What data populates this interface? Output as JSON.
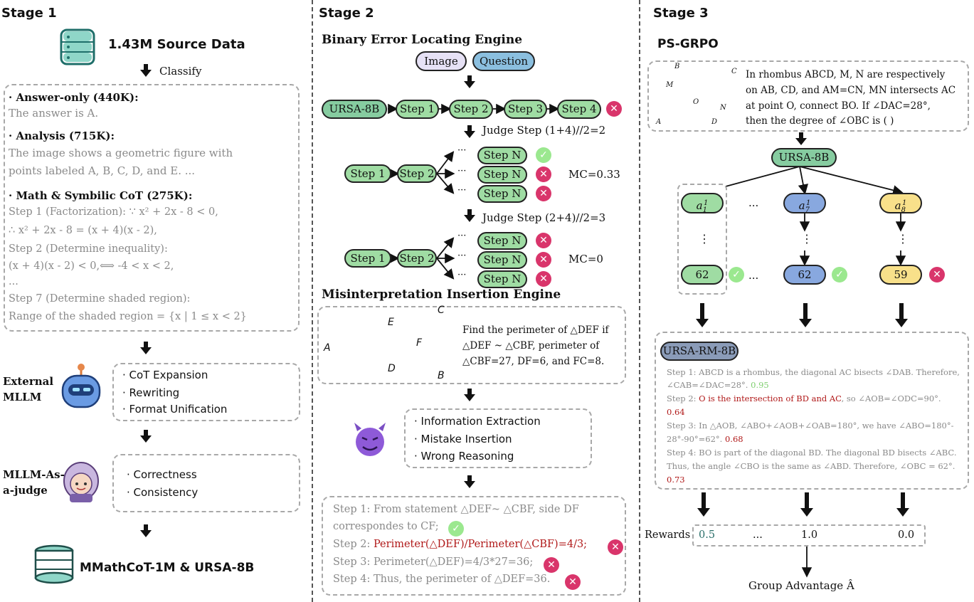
{
  "stage1": {
    "title": "Stage 1",
    "source": "1.43M Source Data",
    "classify": "Classify",
    "answer_only_title": "· Answer-only (440K):",
    "answer_only_text": "The answer is A.",
    "analysis_title": "· Analysis (715K):",
    "analysis_line1": "The image shows a geometric figure with",
    "analysis_line2": "points labeled A, B, C, D, and E. ...",
    "math_title": "· Math & Symbilic CoT (275K):",
    "math_lines": [
      "Step 1 (Factorization): ∵ x² + 2x - 8 < 0,",
      "∴ x² + 2x - 8 = (x + 4)(x - 2),",
      "Step 2 (Determine inequality):",
      " (x + 4)(x - 2) < 0,⟺ -4 < x < 2,",
      "...",
      "Step 7 (Determine shaded region):",
      "Range of the shaded region = {x | 1 ≤ x < 2}"
    ],
    "external_label_1": "External",
    "external_label_2": "MLLM",
    "expansion_items": [
      "· CoT Expansion",
      "· Rewriting",
      "· Format Unification"
    ],
    "judge_label_1": "MLLM-As-",
    "judge_label_2": "a-judge",
    "judge_items": [
      "· Correctness",
      "· Consistency"
    ],
    "output": "MMathCoT-1M & URSA-8B"
  },
  "stage2": {
    "title": "Stage 2",
    "engine1": "Binary Error Locating Engine",
    "image_label": "Image",
    "question_label": "Question",
    "model": "URSA-8B",
    "steps": [
      "Step 1",
      "Step 2",
      "Step 3",
      "Step 4"
    ],
    "judge1": "Judge Step (1+4)//2=2",
    "judge2": "Judge Step (2+4)//2=3",
    "step1": "Step 1",
    "step2": "Step 2",
    "stepn": "Step N",
    "dots": "···",
    "mc1": "MC=0.33",
    "mc2": "MC=0",
    "engine2": "Misinterpretation Insertion Engine",
    "geo_labels": {
      "A": "A",
      "B": "B",
      "C": "C",
      "D": "D",
      "E": "E",
      "F": "F"
    },
    "problem_lines": [
      "Find the perimeter of △DEF if",
      "△DEF ~ △CBF, perimeter of",
      "△CBF=27, DF=6, and FC=8."
    ],
    "insertion_items": [
      "· Information Extraction",
      "· Mistake Insertion",
      "· Wrong Reasoning"
    ],
    "result_line1": "Step 1: From statement △DEF~ △CBF, side DF",
    "result_line1b": "correspondes to CF;",
    "result_line2_prefix": "Step 2: ",
    "result_line2_red": "Perimeter(△DEF)/Perimeter(△CBF)=4/3;",
    "result_line3": "Step 3: Perimeter(△DEF)=4/3*27=36;",
    "result_line4": "Step 4: Thus, the perimeter of △DEF=36."
  },
  "stage3": {
    "title": "Stage 3",
    "method": "PS-GRPO",
    "rhombus_labels": {
      "A": "A",
      "B": "B",
      "C": "C",
      "D": "D",
      "M": "M",
      "N": "N",
      "O": "O"
    },
    "question_lines": [
      "In rhombus ABCD, M, N are respectively",
      "on AB, CD, and AM=CN, MN intersects AC",
      "at point O, connect BO. If ∠DAC=28°,",
      "then the degree of ∠OBC is ( )"
    ],
    "policy": "URSA-8B",
    "rollouts": [
      {
        "sym": "a",
        "sub": "1",
        "sup": "1",
        "answer": "62",
        "correct": true
      },
      {
        "sym": "a",
        "sub": "7",
        "sup": "1",
        "answer": "62",
        "correct": true
      },
      {
        "sym": "a",
        "sub": "8",
        "sup": "1",
        "answer": "59",
        "correct": false
      }
    ],
    "ellipsis": "...",
    "vdots": "⋮",
    "reward_model": "URSA-RM-8B",
    "rm_step1a": "Step 1: ABCD is a rhombus, the diagonal AC bisects ∠DAB. Therefore,",
    "rm_step1b": "∠CAB=∠DAC=28°.",
    "rm_step1_score": "0.95",
    "rm_step2_prefix": "Step 2: ",
    "rm_step2_red": "O is the intersection of BD and AC",
    "rm_step2_rest": ", so ∠AOB=∠ODC=90°.",
    "rm_step2_score": "0.64",
    "rm_step3a": "Step 3: In △AOB, ∠ABO+∠AOB+∠OAB=180°, we have ∠ABO=180°-",
    "rm_step3b": "28°-90°=62°.",
    "rm_step3_score": "0.68",
    "rm_step4a": "Step 4: BO is part of the diagonal BD. The diagonal BD bisects ∠ABC.",
    "rm_step4b": "Thus, the angle ∠CBO is the same as ∠ABD. Therefore, ∠OBC = 62°.",
    "rm_step4_score": "0.73",
    "rewards_label": "Rewards",
    "reward_values": [
      "0.5",
      "...",
      "1.0",
      "0.0"
    ],
    "group_adv": "Group Advantage Â"
  },
  "colors": {
    "green": "#9fdca3",
    "blue": "#88a8df",
    "yellow": "#f8e08a",
    "red": "#b01818",
    "wrong": "#d9356b",
    "right": "#9be88f"
  }
}
